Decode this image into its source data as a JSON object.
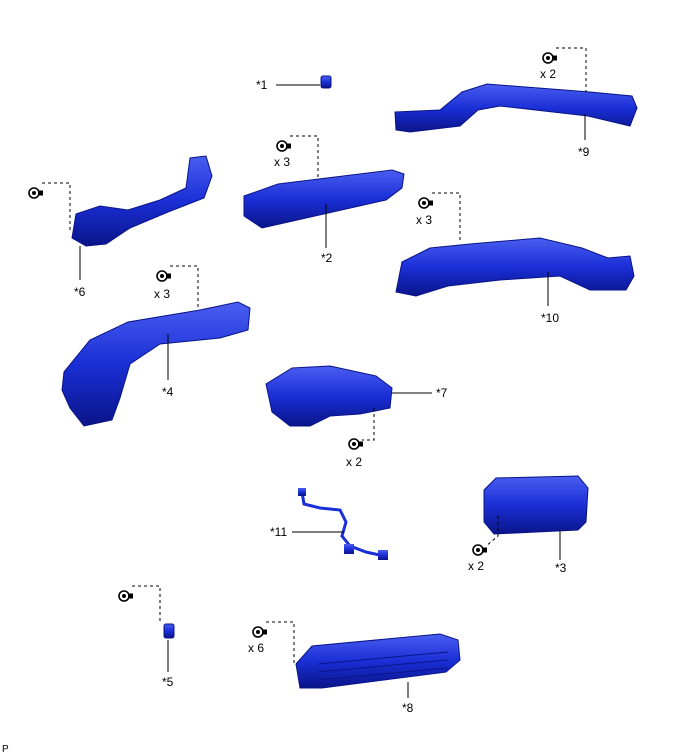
{
  "parts": [
    {
      "id": "clip-1",
      "callout": "*1"
    },
    {
      "id": "duct-2",
      "callout": "*2",
      "qty": "x 3"
    },
    {
      "id": "box-3",
      "callout": "*3",
      "qty": "x 2"
    },
    {
      "id": "duct-4",
      "callout": "*4",
      "qty": "x 3"
    },
    {
      "id": "bracket-5",
      "callout": "*5"
    },
    {
      "id": "duct-6",
      "callout": "*6"
    },
    {
      "id": "register-7",
      "callout": "*7",
      "qty": "x 2"
    },
    {
      "id": "register-8",
      "callout": "*8",
      "qty": "x 6"
    },
    {
      "id": "duct-9",
      "callout": "*9",
      "qty": "x 2"
    },
    {
      "id": "duct-10",
      "callout": "*10",
      "qty": "x 3"
    },
    {
      "id": "harness-11",
      "callout": "*11"
    }
  ],
  "corner_mark": "P",
  "colors": {
    "part_fill": "#1a2fd6",
    "part_dark": "#0a1488",
    "part_light": "#5a6cf5",
    "line": "#000000"
  },
  "icons": {
    "fastener": "screw-head-icon"
  }
}
